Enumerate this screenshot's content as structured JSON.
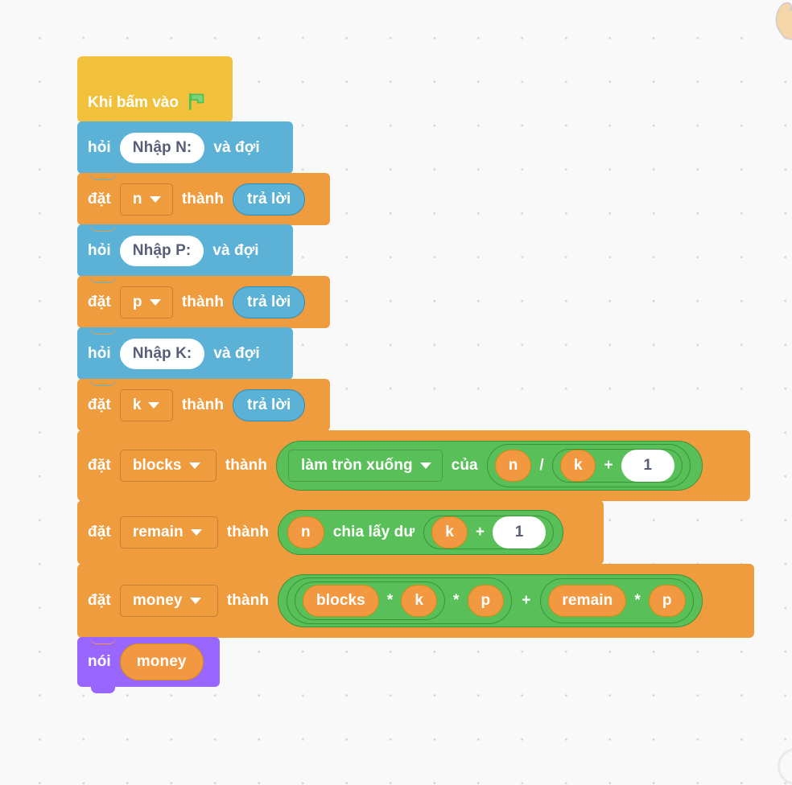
{
  "workspace": {
    "title": "Scratch block editor canvas",
    "background_color": "#f9f9f9",
    "grid_color": "#d6d6d8",
    "cursor_hint": "hand-cursor"
  },
  "palette": {
    "events": "#f2c13c",
    "sensing": "#5cb1d6",
    "data": "#ef9c3f",
    "operators": "#59c059",
    "looks": "#9966ff",
    "input_white": "#ffffff",
    "input_text": "#575e75"
  },
  "script": {
    "hat": {
      "label": "Khi bấm vào",
      "icon": "green-flag-icon",
      "flag_color": "#4cbf56"
    },
    "blocks": [
      {
        "id": "ask-n",
        "category": "sensing",
        "label_before": "hỏi",
        "question": "Nhập N:",
        "label_after": "và đợi"
      },
      {
        "id": "set-n",
        "category": "data",
        "label_before": "đặt",
        "variable": "n",
        "label_middle": "thành",
        "value": "trả lời"
      },
      {
        "id": "ask-p",
        "category": "sensing",
        "label_before": "hỏi",
        "question": "Nhập P:",
        "label_after": "và đợi"
      },
      {
        "id": "set-p",
        "category": "data",
        "label_before": "đặt",
        "variable": "p",
        "label_middle": "thành",
        "value": "trả lời"
      },
      {
        "id": "ask-k",
        "category": "sensing",
        "label_before": "hỏi",
        "question": "Nhập K:",
        "label_after": "và đợi"
      },
      {
        "id": "set-k",
        "category": "data",
        "label_before": "đặt",
        "variable": "k",
        "label_middle": "thành",
        "value": "trả lời"
      }
    ],
    "set_blocks": {
      "blocks": {
        "label_before": "đặt",
        "variable": "blocks",
        "label_middle": "thành",
        "math_op": "làm tròn xuống",
        "math_of": "của",
        "operand_a": "n",
        "divide_sym": "/",
        "operand_b": "k",
        "plus_sym": "+",
        "operand_c": "1"
      },
      "remain": {
        "label_before": "đặt",
        "variable": "remain",
        "label_middle": "thành",
        "operand_a": "n",
        "mod_label": "chia lấy dư",
        "operand_b": "k",
        "plus_sym": "+",
        "operand_c": "1"
      },
      "money": {
        "label_before": "đặt",
        "variable": "money",
        "label_middle": "thành",
        "operand_a": "blocks",
        "mul_sym_1": "*",
        "operand_b": "k",
        "mul_sym_2": "*",
        "operand_c": "p",
        "plus_sym": "+",
        "operand_d": "remain",
        "mul_sym_3": "*",
        "operand_e": "p"
      }
    },
    "say": {
      "label": "nói",
      "variable": "money"
    }
  }
}
